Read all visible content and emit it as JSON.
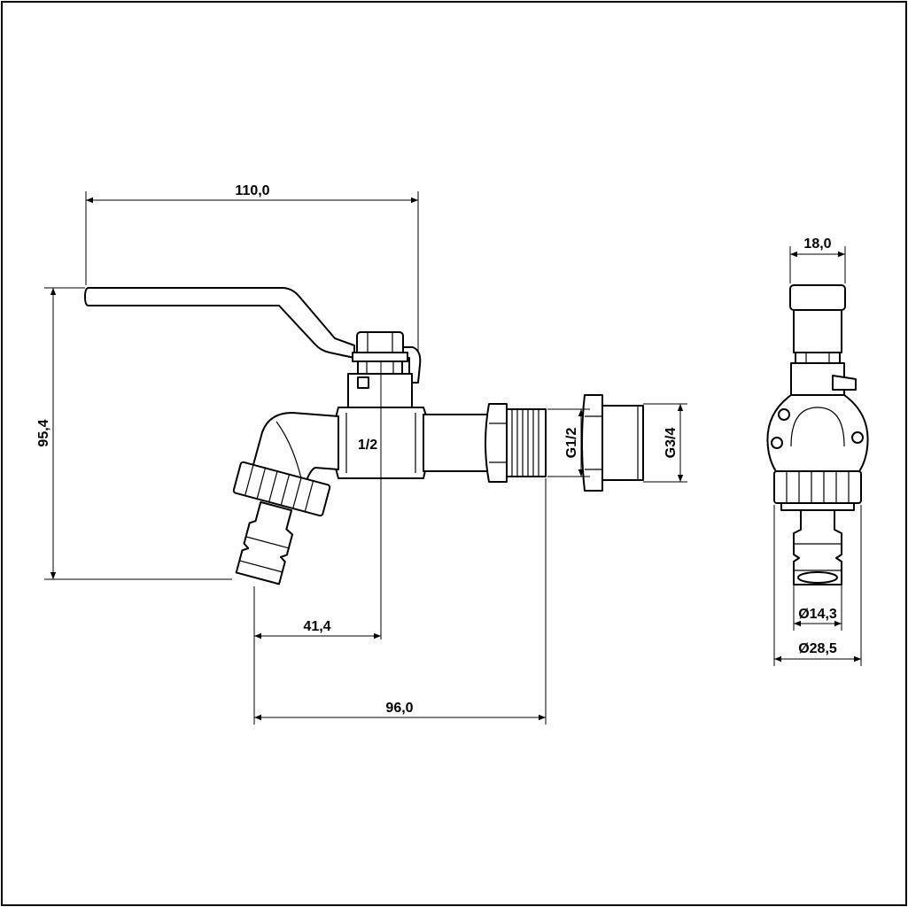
{
  "dimensions": {
    "overall_length": "110,0",
    "overall_height": "95,4",
    "outlet_to_axis": "41,4",
    "outlet_to_thread_end": "96,0",
    "handle_width": "18,0",
    "hose_diameter_inner": "Ø14,3",
    "hose_diameter_outer": "Ø28,5"
  },
  "labels": {
    "body_size": "1/2",
    "thread_inner": "G1/2",
    "thread_outer": "G3/4"
  }
}
